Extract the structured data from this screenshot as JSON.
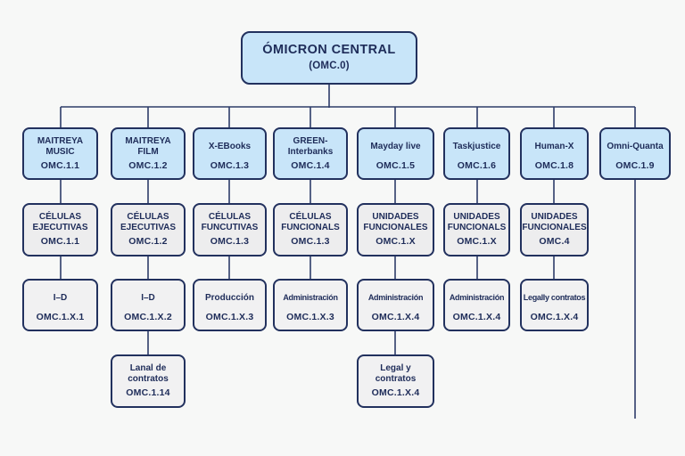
{
  "org": {
    "root": {
      "name": "ÓMICRON CENTRAL",
      "code": "(OMC.0)"
    },
    "level2": [
      {
        "name": "MAITREYA MUSIC",
        "code": "OMC.1.1"
      },
      {
        "name": "MAITREYA FILM",
        "code": "OMC.1.2"
      },
      {
        "name": "X-EBooks",
        "code": "OMC.1.3"
      },
      {
        "name": "GREEN-Interbanks",
        "code": "OMC.1.4"
      },
      {
        "name": "Mayday live",
        "code": "OMC.1.5"
      },
      {
        "name": "Taskjustice",
        "code": "OMC.1.6"
      },
      {
        "name": "Human-X",
        "code": "OMC.1.8"
      },
      {
        "name": "Omni-Quanta",
        "code": "OMC.1.9"
      }
    ],
    "level3": [
      {
        "name": "CÉLULAS EJECUTIVAS",
        "code": "OMC.1.1"
      },
      {
        "name": "CÉLULAS EJECUTIVAS",
        "code": "OMC.1.2"
      },
      {
        "name": "CÉLULAS FUNCUTIVAS",
        "code": "OMC.1.3"
      },
      {
        "name": "CÉLULAS FUNCIONALS",
        "code": "OMC.1.3"
      },
      {
        "name": "UNIDADES FUNCIONALES",
        "code": "OMC.1.X"
      },
      {
        "name": "UNIDADES FUNCIONALS",
        "code": "OMC.1.X"
      },
      {
        "name": "UNIDADES FUNCIONALES",
        "code": "OMC.4"
      }
    ],
    "level4": [
      {
        "name": "I–D",
        "code": "OMC.1.X.1"
      },
      {
        "name": "I–D",
        "code": "OMC.1.X.2"
      },
      {
        "name": "Producción",
        "code": "OMC.1.X.3"
      },
      {
        "name": "Administración",
        "code": "OMC.1.X.3"
      },
      {
        "name": "Administración",
        "code": "OMC.1.X.4"
      },
      {
        "name": "Administración",
        "code": "OMC.1.X.4"
      },
      {
        "name": "Legally contratos",
        "code": "OMC.1.X.4"
      }
    ],
    "level5": [
      {
        "name": "Lanal de contratos",
        "code": "OMC.1.14"
      },
      {
        "name": "Legal y contratos",
        "code": "OMC.1.X.4"
      }
    ]
  },
  "colors": {
    "background": "#f7f8f7",
    "box_blue": "#c8e5f9",
    "box_gray": "#ededee",
    "border_navy": "#22315e",
    "text_navy": "#1e2c59",
    "connector_line": "#2e3d69"
  }
}
